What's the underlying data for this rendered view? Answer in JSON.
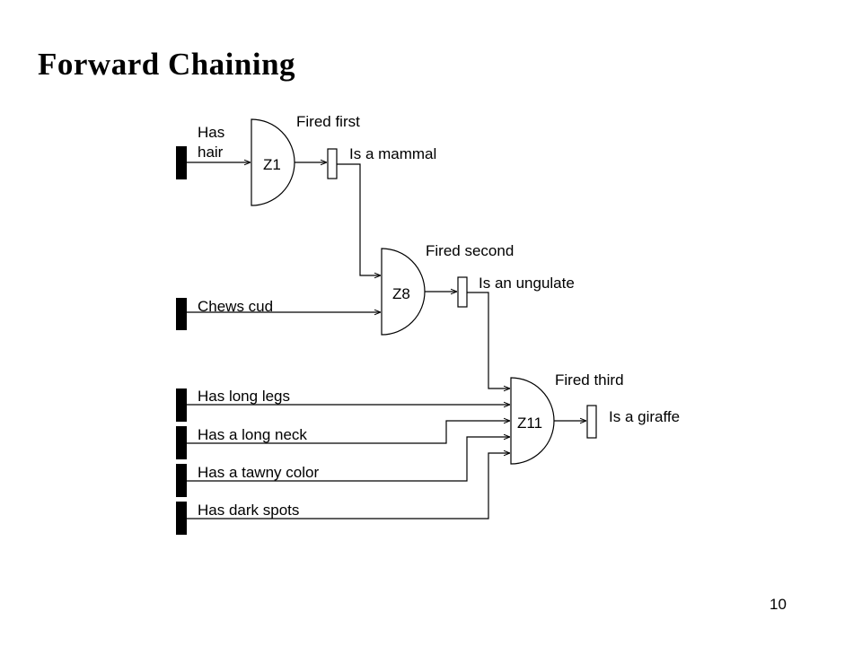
{
  "slide": {
    "title": "Forward Chaining",
    "page_number": "10"
  },
  "inputs": {
    "has_hair": [
      "Has",
      "hair"
    ],
    "chews_cud": "Chews cud",
    "long_legs": "Has long legs",
    "long_neck": "Has a long neck",
    "tawny_color": "Has a tawny color",
    "dark_spots": "Has dark spots"
  },
  "rules": {
    "z1": {
      "name": "Z1",
      "fired": "Fired first",
      "output": "Is a mammal"
    },
    "z8": {
      "name": "Z8",
      "fired": "Fired second",
      "output": "Is an ungulate"
    },
    "z11": {
      "name": "Z11",
      "fired": "Fired third",
      "output": "Is a giraffe"
    }
  },
  "colors": {
    "ink": "#000000",
    "background": "#ffffff"
  }
}
